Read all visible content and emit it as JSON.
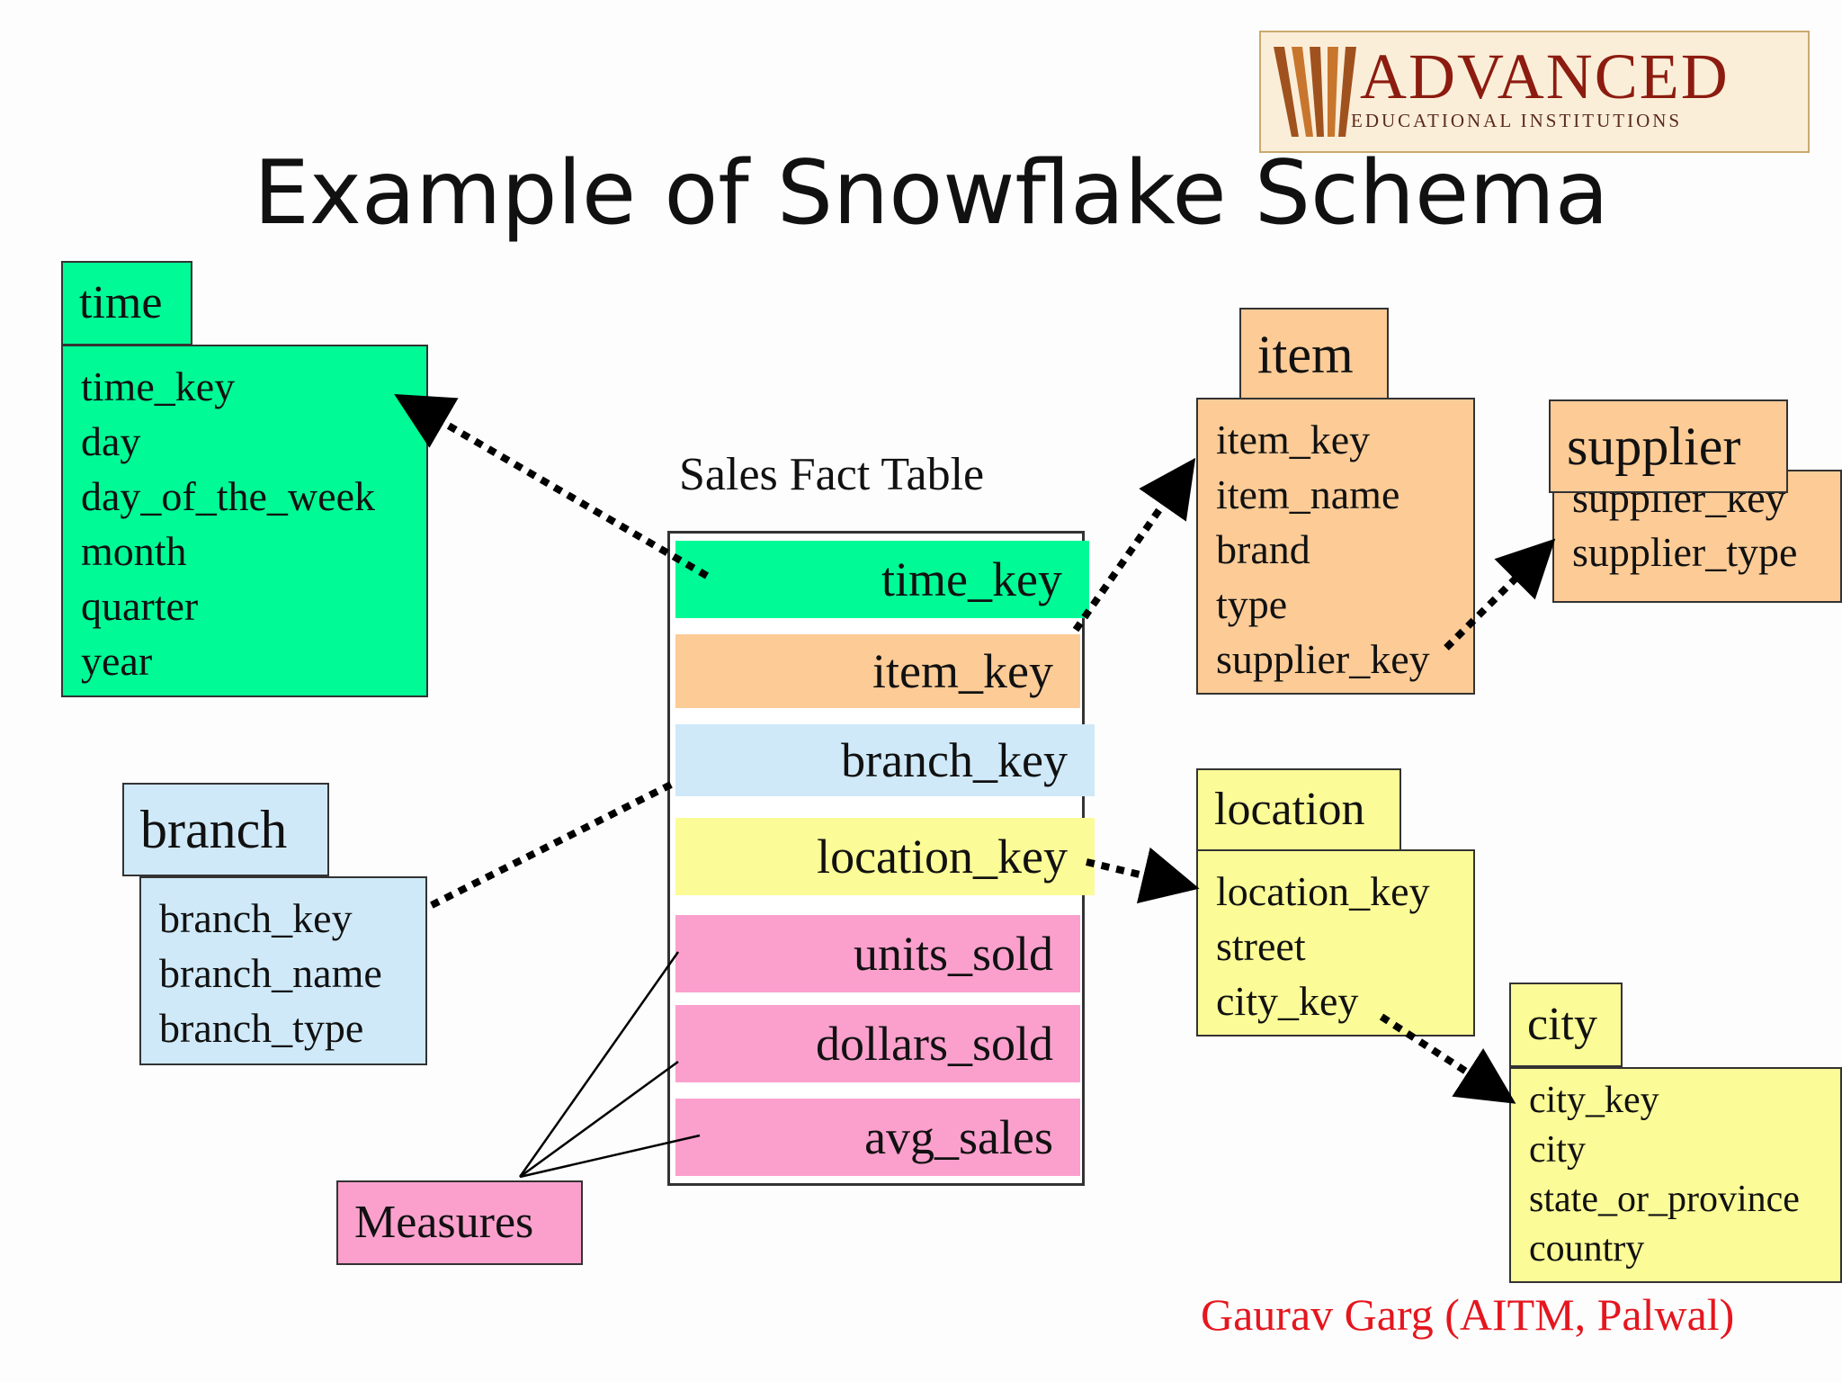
{
  "title": "Example of Snowflake Schema",
  "logo": {
    "main": "ADVANCED",
    "sub": "EDUCATIONAL INSTITUTIONS"
  },
  "fact_table": {
    "label": "Sales Fact Table",
    "rows": [
      "time_key",
      "item_key",
      "branch_key",
      "location_key",
      "units_sold",
      "dollars_sold",
      "avg_sales"
    ]
  },
  "tables": {
    "time": {
      "name": "time",
      "fields": [
        "time_key",
        "day",
        "day_of_the_week",
        "month",
        "quarter",
        "year"
      ]
    },
    "branch": {
      "name": "branch",
      "fields": [
        "branch_key",
        "branch_name",
        "branch_type"
      ]
    },
    "item": {
      "name": "item",
      "fields": [
        "item_key",
        "item_name",
        "brand",
        "type",
        "supplier_key"
      ]
    },
    "supplier": {
      "name": "supplier",
      "fields": [
        "supplier_key",
        "supplier_type"
      ]
    },
    "location": {
      "name": "location",
      "fields": [
        "location_key",
        "street",
        "city_key"
      ]
    },
    "city": {
      "name": "city",
      "fields": [
        "city_key",
        "city",
        "state_or_province",
        "country"
      ]
    }
  },
  "measures_label": "Measures",
  "credit": "Gaurav Garg (AITM, Palwal)",
  "colors": {
    "time": "#00fa96",
    "item": "#fccb96",
    "branch": "#cfe9f8",
    "location": "#fbfb97",
    "measures": "#fba0cd",
    "credit": "#e5161e"
  }
}
